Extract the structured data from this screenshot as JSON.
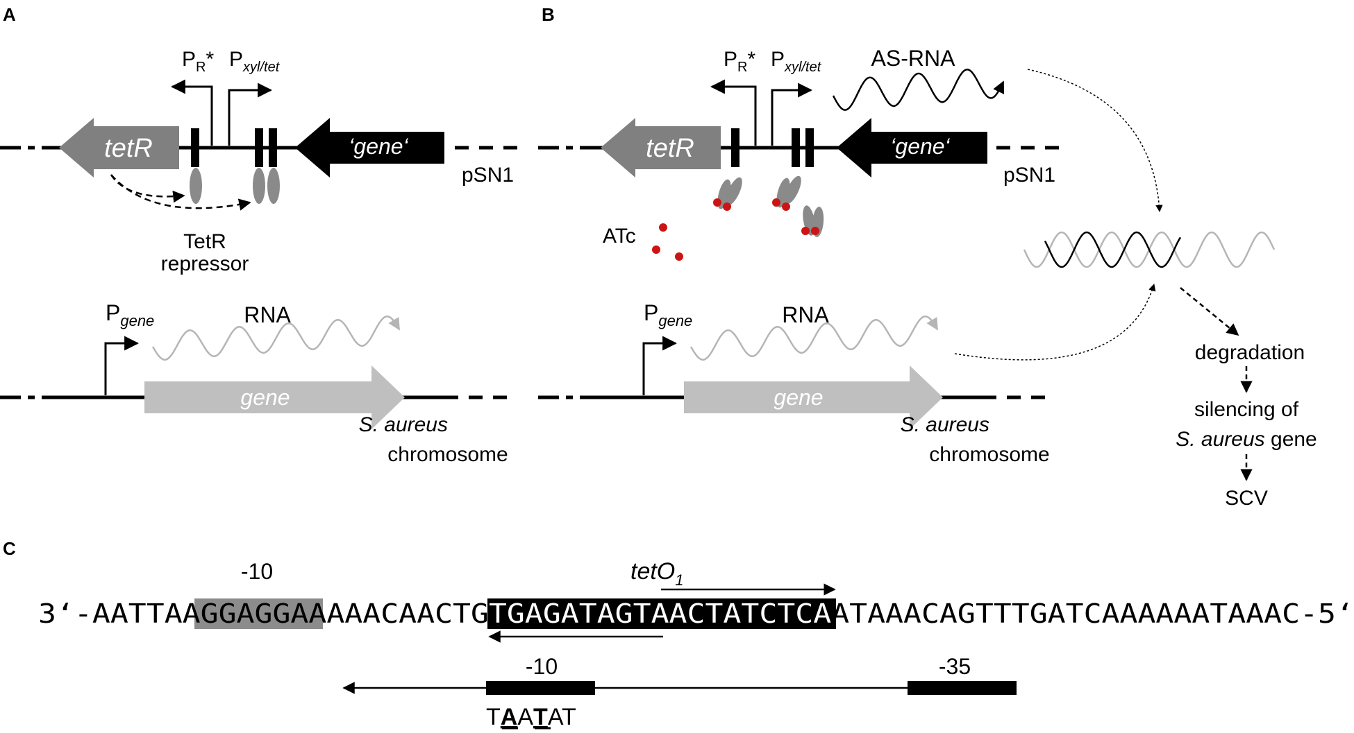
{
  "colors": {
    "black": "#000000",
    "gray_dark": "#808080",
    "gray_light": "#bfbfbf",
    "gray_wave": "#b5b5b5",
    "repressor": "#8a8a8a",
    "atc_red": "#cc1414",
    "highlight_gray": "#8c8c8c",
    "white": "#ffffff"
  },
  "panelA": {
    "label": "A",
    "promoter_pr": "P",
    "promoter_pr_sub": "R",
    "promoter_pr_star": "*",
    "promoter_pxyl": "P",
    "promoter_pxyl_sub": "xyl/tet",
    "tetR_gene": "tetR",
    "gene_antisense": "‘gene‘",
    "plasmid": "pSN1",
    "repressor_line1": "TetR",
    "repressor_line2": "repressor",
    "pgene": "P",
    "pgene_sub": "gene",
    "rna": "RNA",
    "gene": "gene",
    "chrom_line1": "S. aureus",
    "chrom_line2": "chromosome"
  },
  "panelB": {
    "label": "B",
    "promoter_pr": "P",
    "promoter_pr_sub": "R",
    "promoter_pr_star": "*",
    "promoter_pxyl": "P",
    "promoter_pxyl_sub": "xyl/tet",
    "as_rna": "AS-RNA",
    "tetR_gene": "tetR",
    "gene_antisense": "‘gene‘",
    "plasmid": "pSN1",
    "atc": "ATc",
    "pgene": "P",
    "pgene_sub": "gene",
    "rna": "RNA",
    "gene": "gene",
    "chrom_line1": "S. aureus",
    "chrom_line2": "chromosome",
    "degradation": "degradation",
    "silencing_line1": "silencing of",
    "silencing_line2_italic": "S. aureus",
    "silencing_line2_rest": " gene",
    "scv": "SCV"
  },
  "panelC": {
    "label": "C",
    "minus10_top": "-10",
    "teto": "tetO",
    "teto_sub": "1",
    "seq_prefix": "3‘-AATTAA",
    "seq_sd": "GGAGGAA",
    "seq_mid": "AAACAACTG",
    "seq_operator": "TGAGATAGTAACTATCTCA",
    "seq_suffix": "ATAAACAGTTTGATCAAAAAATAAAC-5‘",
    "minus10_bottom": "-10",
    "minus35": "-35",
    "box_t1": "T",
    "box_a1": "A",
    "box_a2": "A",
    "box_t2": "T",
    "box_a3": "A",
    "box_t3": "T"
  }
}
